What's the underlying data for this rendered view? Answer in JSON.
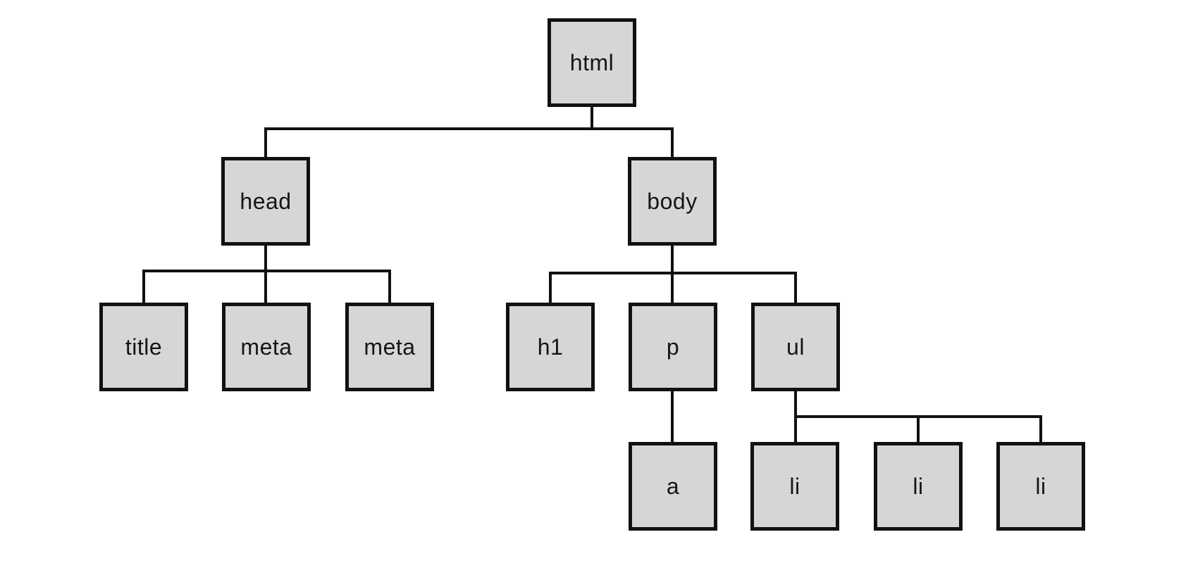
{
  "diagram": {
    "type": "tree",
    "description": "DOM tree diagram of an HTML document",
    "nodes": [
      {
        "id": "html",
        "label": "html",
        "parent": null
      },
      {
        "id": "head",
        "label": "head",
        "parent": "html"
      },
      {
        "id": "body",
        "label": "body",
        "parent": "html"
      },
      {
        "id": "title",
        "label": "title",
        "parent": "head"
      },
      {
        "id": "meta1",
        "label": "meta",
        "parent": "head"
      },
      {
        "id": "meta2",
        "label": "meta",
        "parent": "head"
      },
      {
        "id": "h1",
        "label": "h1",
        "parent": "body"
      },
      {
        "id": "p",
        "label": "p",
        "parent": "body"
      },
      {
        "id": "ul",
        "label": "ul",
        "parent": "body"
      },
      {
        "id": "a",
        "label": "a",
        "parent": "p"
      },
      {
        "id": "li1",
        "label": "li",
        "parent": "ul"
      },
      {
        "id": "li2",
        "label": "li",
        "parent": "ul"
      },
      {
        "id": "li3",
        "label": "li",
        "parent": "ul"
      }
    ],
    "colors": {
      "node_fill": "#d6d6d6",
      "node_border": "#111111",
      "connector": "#111111",
      "background": "#ffffff",
      "text": "#151515"
    }
  }
}
